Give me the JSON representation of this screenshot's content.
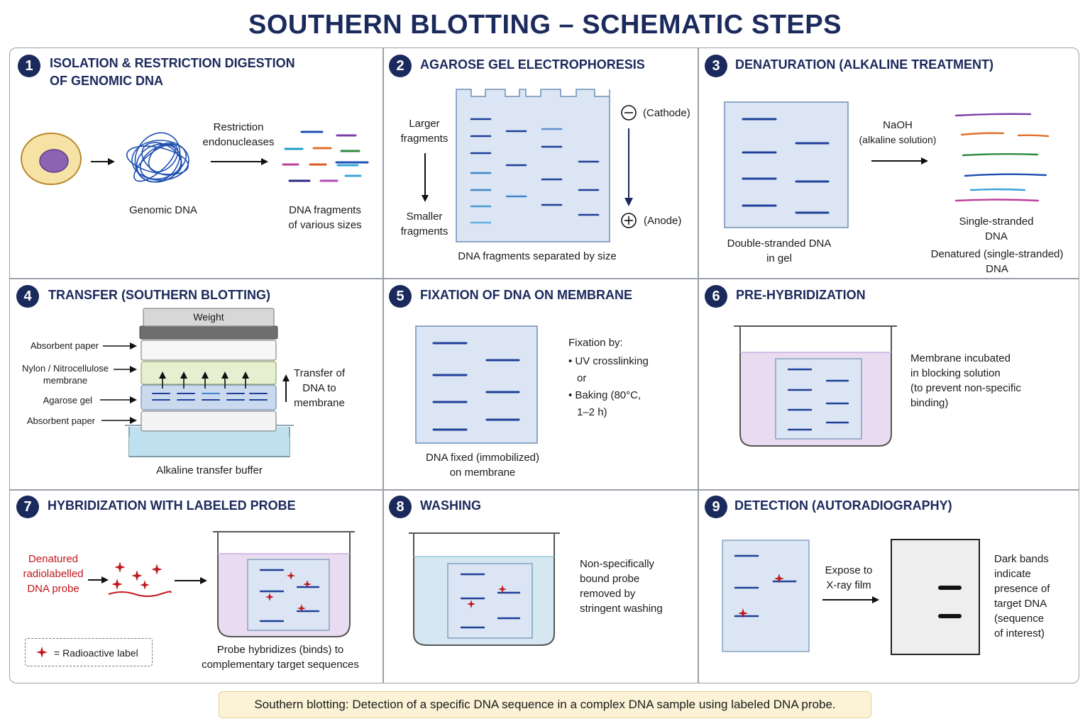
{
  "title": "SOUTHERN BLOTTING – SCHEMATIC STEPS",
  "steps": [
    {
      "num": "1",
      "title_line1": "ISOLATION & RESTRICTION DIGESTION",
      "title_line2": "OF GENOMIC DNA",
      "enzyme_label_1": "Restriction",
      "enzyme_label_2": "endonucleases",
      "genomic_label": "Genomic DNA",
      "fragments_label_1": "DNA fragments",
      "fragments_label_2": "of various sizes"
    },
    {
      "num": "2",
      "title": "AGAROSE GEL ELECTROPHORESIS",
      "larger_1": "Larger",
      "larger_2": "fragments",
      "smaller_1": "Smaller",
      "smaller_2": "fragments",
      "cathode": "(Cathode)",
      "anode": "(Anode)",
      "caption": "DNA fragments separated by size"
    },
    {
      "num": "3",
      "title": "DENATURATION (ALKALINE TREATMENT)",
      "reagent_1": "NaOH",
      "reagent_2": "(alkaline solution)",
      "ds_label_1": "Double-stranded DNA",
      "ds_label_2": "in gel",
      "ss_label_1": "Single-stranded",
      "ss_label_2": "DNA",
      "den_label_1": "Denatured (single-stranded)",
      "den_label_2": "DNA"
    },
    {
      "num": "4",
      "title": "TRANSFER (SOUTHERN BLOTTING)",
      "weight": "Weight",
      "absorbent_top": "Absorbent paper",
      "membrane_1": "Nylon / Nitrocellulose",
      "membrane_2": "membrane",
      "gel": "Agarose gel",
      "absorbent_bottom": "Absorbent paper",
      "transfer_1": "Transfer of",
      "transfer_2": "DNA to",
      "transfer_3": "membrane",
      "buffer": "Alkaline transfer buffer"
    },
    {
      "num": "5",
      "title": "FIXATION OF DNA ON MEMBRANE",
      "fix_by": "Fixation by:",
      "opt1": "• UV crosslinking",
      "or": "or",
      "opt2_1": "• Baking (80°C,",
      "opt2_2": "1–2 h)",
      "caption_1": "DNA fixed (immobilized)",
      "caption_2": "on membrane"
    },
    {
      "num": "6",
      "title": "PRE-HYBRIDIZATION",
      "desc_1": "Membrane incubated",
      "desc_2": "in blocking solution",
      "desc_3": "(to prevent non-specific",
      "desc_4": "binding)"
    },
    {
      "num": "7",
      "title": "HYBRIDIZATION WITH LABELED PROBE",
      "probe_1": "Denatured",
      "probe_2": "radiolabelled",
      "probe_3": "DNA probe",
      "legend": "= Radioactive label",
      "caption_1": "Probe hybridizes (binds) to",
      "caption_2": "complementary target sequences"
    },
    {
      "num": "8",
      "title": "WASHING",
      "desc_1": "Non-specifically",
      "desc_2": "bound probe",
      "desc_3": "removed by",
      "desc_4": "stringent washing"
    },
    {
      "num": "9",
      "title": "DETECTION (AUTORADIOGRAPHY)",
      "expose_1": "Expose to",
      "expose_2": "X-ray film",
      "desc_1": "Dark bands",
      "desc_2": "indicate",
      "desc_3": "presence of",
      "desc_4": "target DNA",
      "desc_5": "(sequence",
      "desc_6": "of interest)"
    }
  ],
  "footer": "Southern blotting: Detection of a specific DNA sequence in a complex DNA sample using labeled DNA probe.",
  "colors": {
    "navy": "#1b2a5c",
    "band": "#1f3f99",
    "gel": "#dbe5f3",
    "probe_red": "#c0171d",
    "membrane_green": "#e6efd0",
    "tray": "#bfe0ee"
  }
}
